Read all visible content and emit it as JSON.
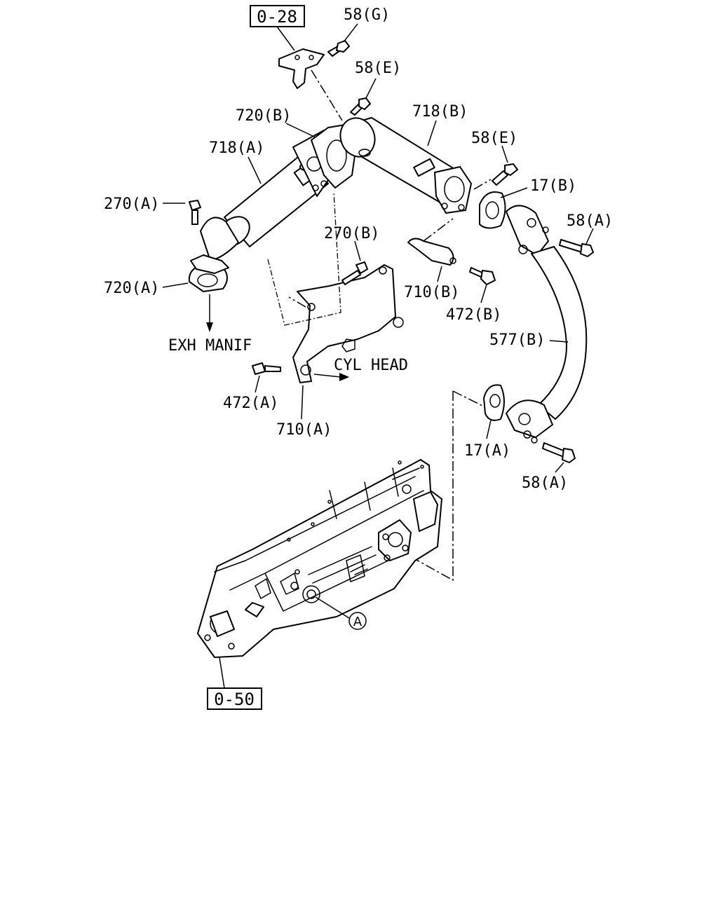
{
  "refs": {
    "top": "0-28",
    "bottom": "0-50"
  },
  "labels": {
    "bolt_58g": "58(G)",
    "bolt_58e_top": "58(E)",
    "bolt_58e_right": "58(E)",
    "gasket_720b": "720(B)",
    "cooler_718a": "718(A)",
    "cooler_718b": "718(B)",
    "bolt_270a": "270(A)",
    "gasket_720a": "720(A)",
    "gasket_17b": "17(B)",
    "bolt_58a_top": "58(A)",
    "bolt_270b": "270(B)",
    "bracket_710b": "710(B)",
    "bolt_472b": "472(B)",
    "pipe_577b": "577(B)",
    "bolt_472a": "472(A)",
    "bracket_710a": "710(A)",
    "gasket_17a": "17(A)",
    "bolt_58a_bottom": "58(A)",
    "callout_a": "A"
  },
  "directions": {
    "exh_manif": "EXH MANIF",
    "cyl_head": "CYL HEAD"
  }
}
